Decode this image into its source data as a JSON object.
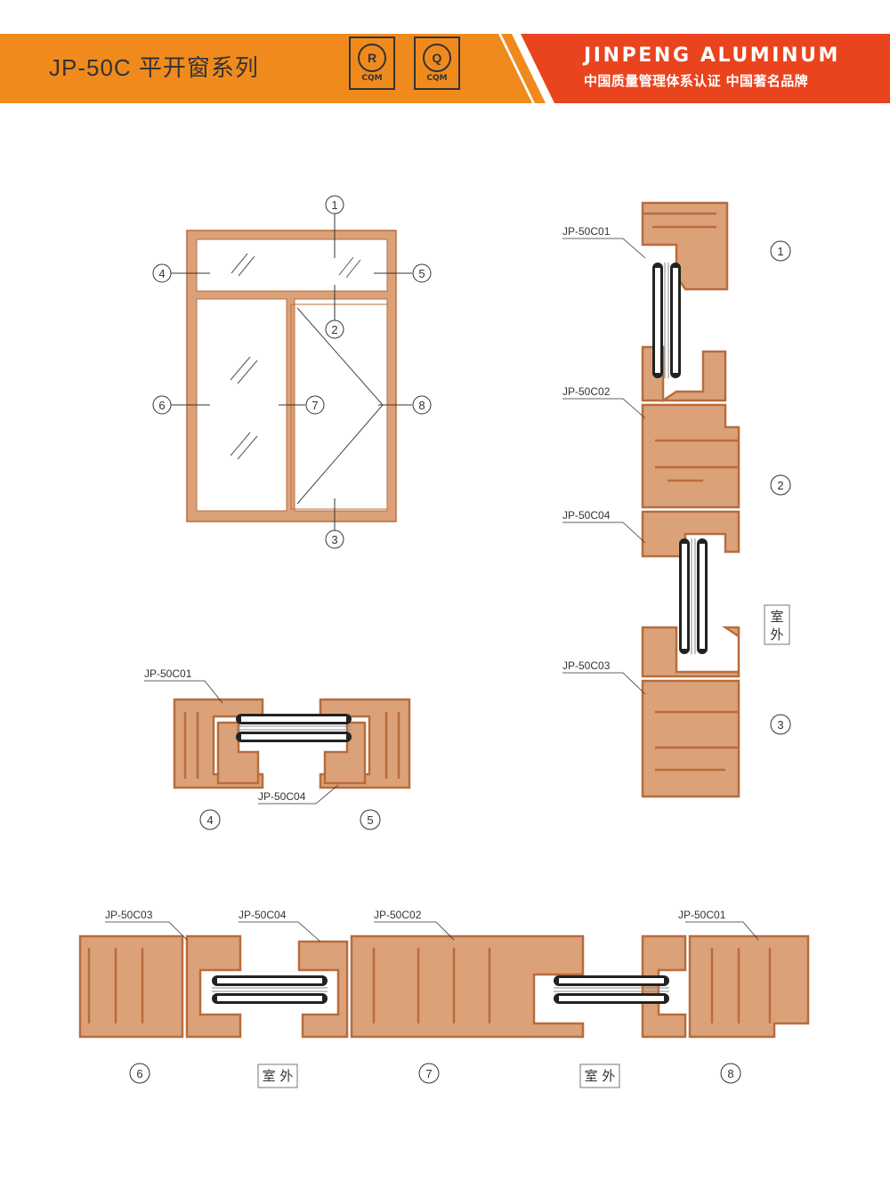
{
  "header": {
    "title": "JP-50C 平开窗系列",
    "brand_en": "JINPENG ALUMINUM",
    "brand_cn": "中国质量管理体系认证 中国著名品牌",
    "badge_left": {
      "symbol": "R",
      "caption": "CQM"
    },
    "badge_right": {
      "symbol": "Q",
      "caption": "CQM"
    }
  },
  "colors": {
    "orange_band": "#f08a1d",
    "red_band": "#e9441e",
    "profile_fill": "#dba27a",
    "profile_stroke": "#b86c3c",
    "glass": "#ffffff",
    "seal": "#222222"
  },
  "elevation": {
    "callouts": [
      "1",
      "2",
      "3",
      "4",
      "5",
      "6",
      "7",
      "8"
    ]
  },
  "profiles": {
    "c01": "JP-50C01",
    "c02": "JP-50C02",
    "c03": "JP-50C03",
    "c04": "JP-50C04"
  },
  "exterior_label": "室外",
  "exterior_label_spaced": "室 外"
}
